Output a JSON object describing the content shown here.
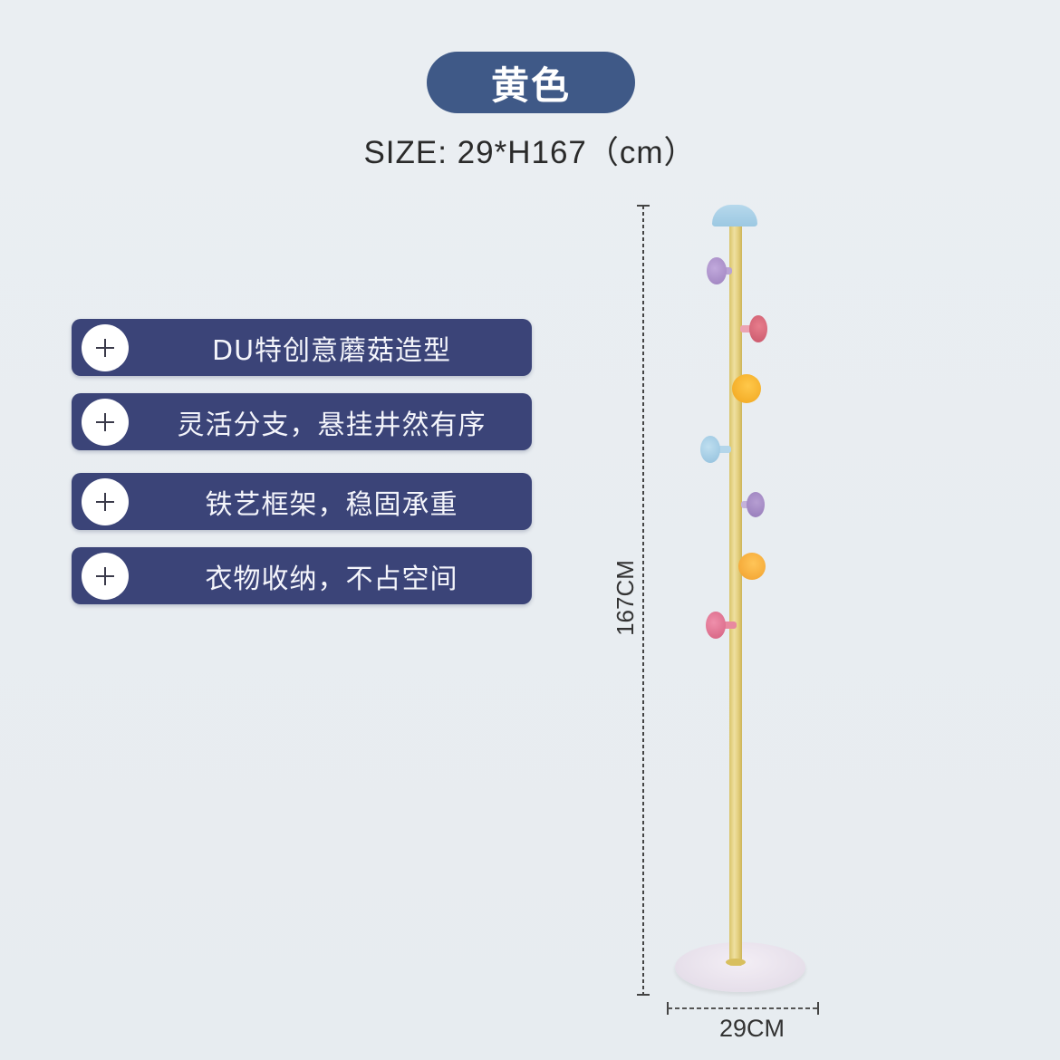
{
  "header": {
    "color_label": "黄色",
    "size_text": "SIZE: 29*H167（cm）"
  },
  "features": [
    {
      "icon": "plus-icon",
      "label": "DU特创意蘑菇造型"
    },
    {
      "icon": "plus-icon",
      "label": "灵活分支，悬挂井然有序"
    },
    {
      "icon": "plus-icon",
      "label": "铁艺框架，稳固承重"
    },
    {
      "icon": "plus-icon",
      "label": "衣物收纳，不占空间"
    }
  ],
  "dimensions": {
    "height_label": "167CM",
    "width_label": "29CM"
  },
  "product": {
    "pole_color": "#e6d48a",
    "base_color": "#ece6ef",
    "hooks": [
      {
        "color": "#a9c9e4",
        "side": "top"
      },
      {
        "color": "#a58bc2",
        "side": "left"
      },
      {
        "color": "#d76a7c",
        "side": "right"
      },
      {
        "color": "#f4b333",
        "side": "right"
      },
      {
        "color": "#9fc6e0",
        "side": "left"
      },
      {
        "color": "#a88cc3",
        "side": "right"
      },
      {
        "color": "#f4a93a",
        "side": "right"
      },
      {
        "color": "#de7395",
        "side": "left"
      }
    ]
  },
  "colors": {
    "pill_bg": "#3f5987",
    "feature_bg": "#3b4478",
    "page_bg": "#e9edf1"
  }
}
